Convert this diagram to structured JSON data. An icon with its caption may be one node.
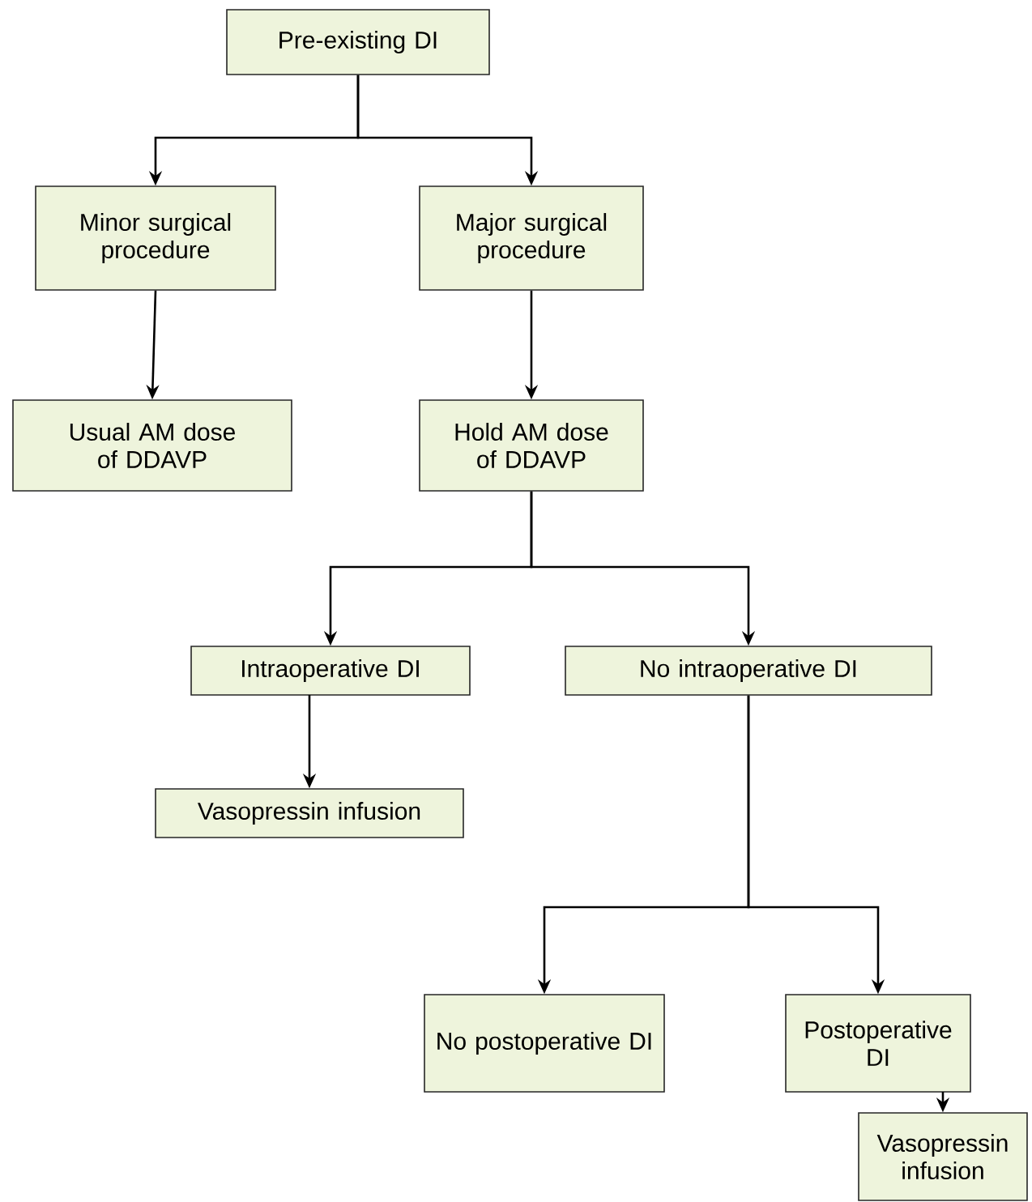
{
  "diagram": {
    "nodes": [
      {
        "text": [
          "Pre-existing DI"
        ]
      },
      {
        "text": [
          "Minor surgical procedure"
        ]
      },
      {
        "text": [
          "Major surgical procedure"
        ]
      },
      {
        "text": [
          "Usual AM dose of DDAVP"
        ]
      },
      {
        "text": [
          "Hold AM dose of DDAVP"
        ]
      },
      {
        "text": [
          "Intraoperative DI"
        ]
      },
      {
        "text": [
          "No intraoperative DI"
        ]
      },
      {
        "text": [
          "Vasopressin infusion"
        ]
      },
      {
        "text": [
          "No postoperative DI"
        ]
      },
      {
        "text": [
          "Postoperative DI"
        ]
      },
      {
        "text": [
          "Vasopressin infusion"
        ]
      }
    ],
    "edges": [
      {
        "from": 0,
        "to": 1,
        "arrow": "to"
      },
      {
        "from": 0,
        "to": 2,
        "arrow": "to"
      },
      {
        "from": 1,
        "to": 3,
        "arrow": "to"
      },
      {
        "from": 2,
        "to": 4,
        "arrow": "to"
      },
      {
        "from": 4,
        "to": 5,
        "arrow": "to"
      },
      {
        "from": 4,
        "to": 6,
        "arrow": "to"
      },
      {
        "from": 5,
        "to": 7,
        "arrow": "to"
      },
      {
        "from": 6,
        "to": 8,
        "arrow": "to"
      },
      {
        "from": 6,
        "to": 9,
        "arrow": "to"
      },
      {
        "from": 9,
        "to": 10,
        "arrow": "to"
      }
    ]
  }
}
